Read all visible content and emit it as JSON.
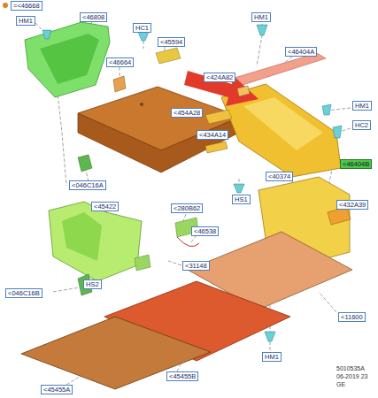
{
  "diagram": {
    "labels": [
      "=<46668",
      "HM1",
      "<46808",
      "HC1",
      "<45594",
      "HM1",
      "<46404A",
      "<46664",
      "<424A82",
      "<454A28",
      "HM1",
      "HC2",
      "<434A14",
      "<46404B",
      "<046C16A",
      "<40374",
      "HS1",
      "<432A39",
      "<45422",
      "<280B62",
      "<46538",
      "<31148",
      "HS2",
      "<046C16B",
      "<11600",
      "<45455B",
      "HM1",
      "<45455A",
      "5010535A",
      "06-2019 23",
      "GE"
    ]
  }
}
